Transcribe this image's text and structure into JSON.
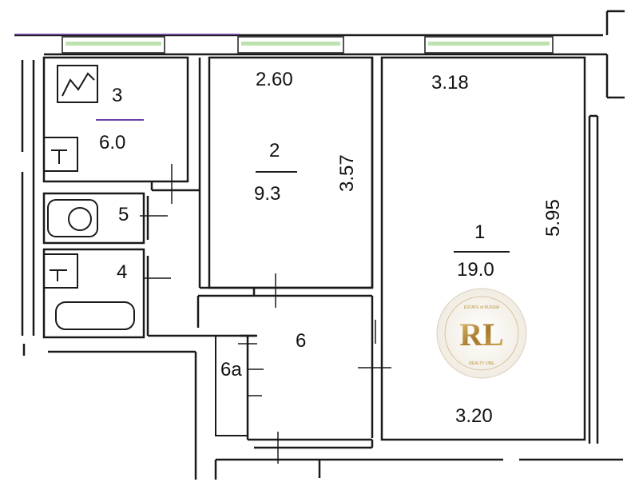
{
  "rooms": [
    {
      "id": "1",
      "area": "19.0"
    },
    {
      "id": "2",
      "area": "9.3"
    },
    {
      "id": "3",
      "area": "6.0"
    },
    {
      "id": "4"
    },
    {
      "id": "5"
    },
    {
      "id": "6"
    },
    {
      "id": "6a"
    }
  ],
  "dimensions": {
    "room2_top": "2.60",
    "room2_right": "3.57",
    "room1_top": "3.18",
    "room1_right": "5.95",
    "room1_bottom": "3.20"
  },
  "logo": {
    "letters": "RL",
    "top_text": "ESTATE of RUSSIA",
    "bottom_text": "REALTY LINE"
  },
  "colors": {
    "walls": "#1a1a1a",
    "windows": "#6b3fa8",
    "underline": "#6b3fa8",
    "logo_gold": "#b8913a"
  }
}
